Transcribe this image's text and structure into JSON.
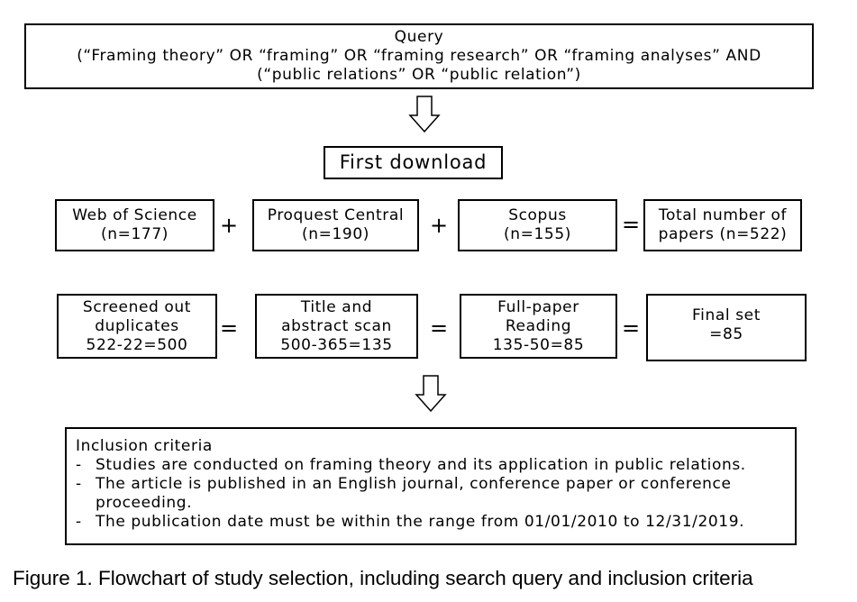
{
  "query": {
    "title": "Query",
    "line1": "(“Framing theory” OR “framing” OR “framing research” OR “framing analyses” AND",
    "line2": "(“public relations” OR “public relation”)"
  },
  "first_download": "First download",
  "sources": [
    {
      "name": "Web of Science",
      "count": "(n=177)"
    },
    {
      "name": "Proquest Central",
      "count": "(n=190)"
    },
    {
      "name": "Scopus",
      "count": "(n=155)"
    },
    {
      "name": "Total number of",
      "count": "papers (n=522)"
    }
  ],
  "operators": {
    "plus": "+",
    "equals": "="
  },
  "screening": [
    {
      "line1": "Screened out",
      "line2": "duplicates",
      "line3": "522-22=500"
    },
    {
      "line1": "Title and",
      "line2": "abstract scan",
      "line3": "500-365=135"
    },
    {
      "line1": "Full-paper",
      "line2": "Reading",
      "line3": "135-50=85"
    },
    {
      "line1": "Final set",
      "line2": "=85",
      "line3": ""
    }
  ],
  "inclusion": {
    "title": "Inclusion criteria",
    "items": [
      "Studies are conducted on framing theory and its application in public relations.",
      "The article is published in an English journal, conference paper or conference proceeding.",
      "The publication date must be within the range from 01/01/2010 to 12/31/2019."
    ]
  },
  "caption": "Figure 1. Flowchart of study selection, including search query and inclusion criteria"
}
